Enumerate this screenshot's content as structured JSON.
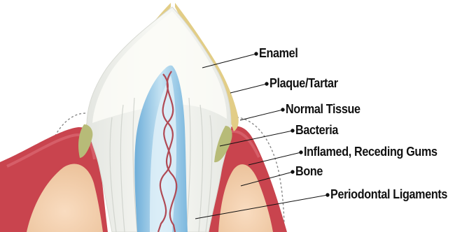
{
  "labels": {
    "enamel": "Enamel",
    "plaque_tartar": "Plaque/Tartar",
    "normal_tissue": "Normal Tissue",
    "bacteria": "Bacteria",
    "inflamed_gums": "Inflamed, Receding Gums",
    "bone": "Bone",
    "periodontal_ligaments": "Periodontal Ligaments"
  },
  "colors": {
    "gum": "#c9444e",
    "gum_inner": "#d96470",
    "bone": "#f5d2b0",
    "tooth": "#f2f3ee",
    "pulp": "#8fc4e2",
    "plaque": "#e2cd86",
    "bacteria": "#b7bb78",
    "nerve": "#b04a55",
    "leader": "#111111"
  }
}
